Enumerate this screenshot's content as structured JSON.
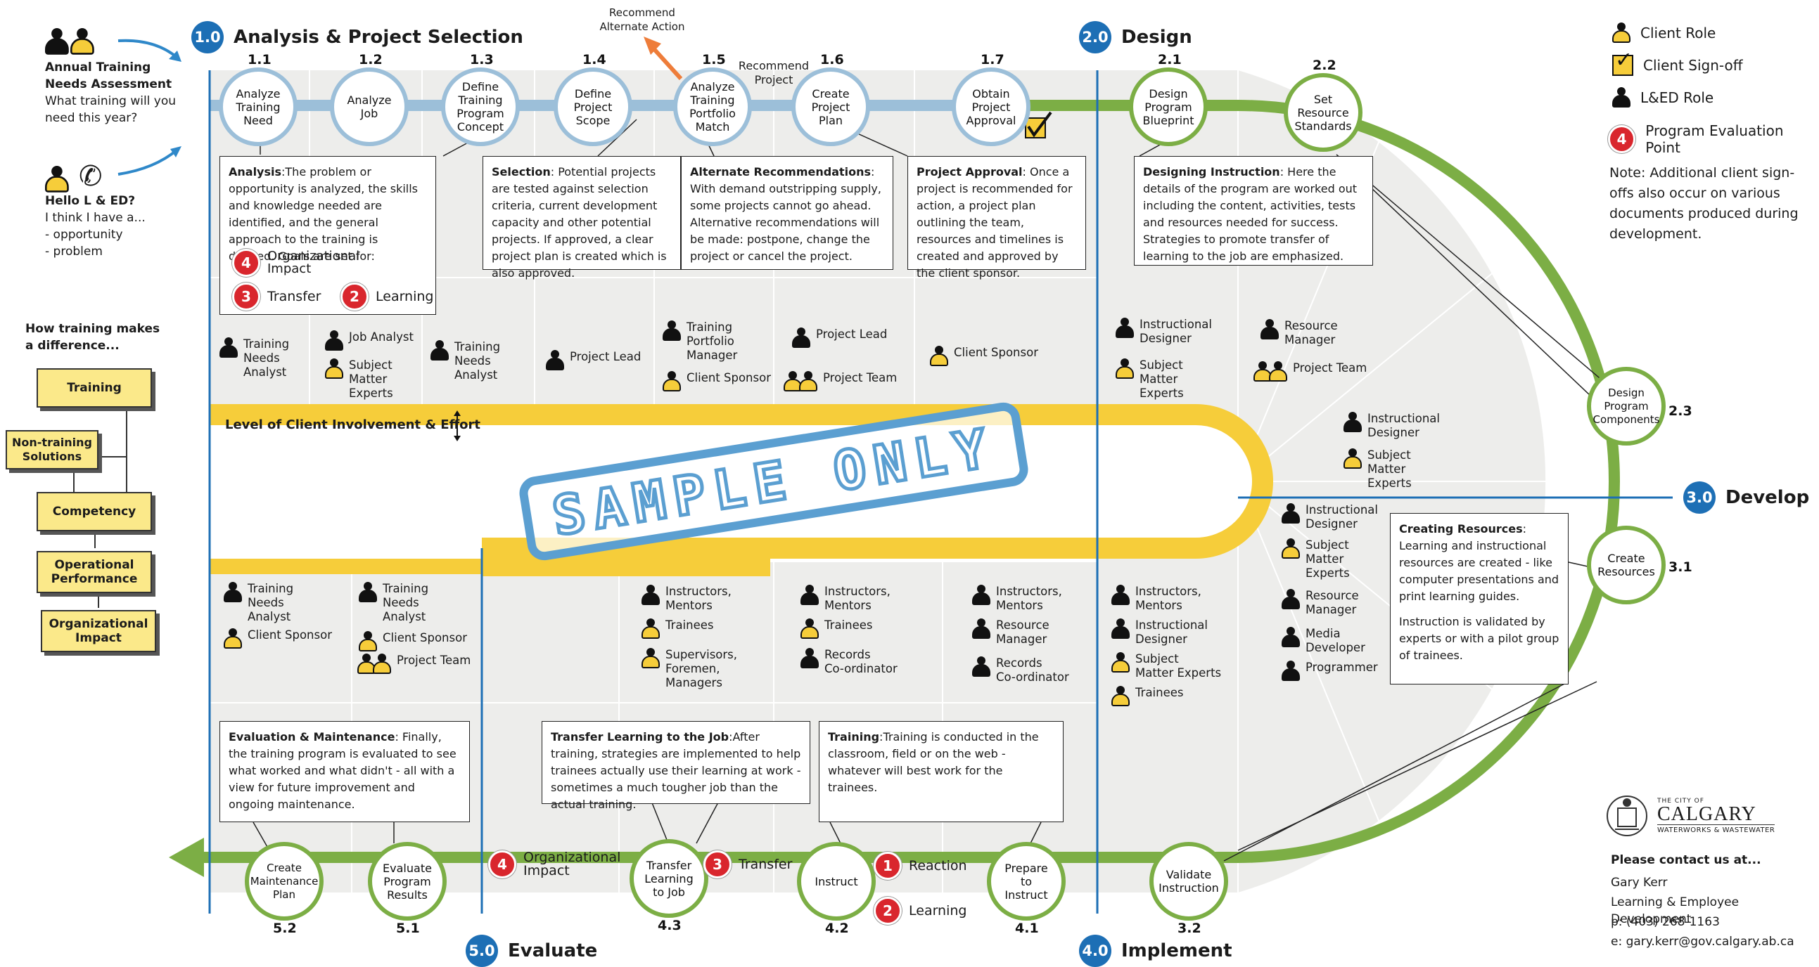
{
  "phases": {
    "p1": {
      "num": "1.0",
      "title": "Analysis & Project Selection"
    },
    "p2": {
      "num": "2.0",
      "title": "Design"
    },
    "p3": {
      "num": "3.0",
      "title": "Develop"
    },
    "p4": {
      "num": "4.0",
      "title": "Implement"
    },
    "p5": {
      "num": "5.0",
      "title": "Evaluate"
    }
  },
  "steps": {
    "s11": {
      "num": "1.1",
      "label": "Analyze\nTraining\nNeed"
    },
    "s12": {
      "num": "1.2",
      "label": "Analyze\nJob"
    },
    "s13": {
      "num": "1.3",
      "label": "Define\nTraining\nProgram\nConcept"
    },
    "s14": {
      "num": "1.4",
      "label": "Define\nProject\nScope"
    },
    "s15": {
      "num": "1.5",
      "label": "Analyze\nTraining\nPortfolio\nMatch"
    },
    "s16": {
      "num": "1.6",
      "label": "Create\nProject\nPlan"
    },
    "s17": {
      "num": "1.7",
      "label": "Obtain\nProject\nApproval"
    },
    "s21": {
      "num": "2.1",
      "label": "Design\nProgram\nBlueprint"
    },
    "s22": {
      "num": "2.2",
      "label": "Set\nResource\nStandards"
    },
    "s23": {
      "num": "2.3",
      "label": "Design\nProgram\nComponents"
    },
    "s31": {
      "num": "3.1",
      "label": "Create\nResources"
    },
    "s32": {
      "num": "3.2",
      "label": "Validate\nInstruction"
    },
    "s41": {
      "num": "4.1",
      "label": "Prepare\nto\nInstruct"
    },
    "s42": {
      "num": "4.2",
      "label": "Instruct"
    },
    "s43": {
      "num": "4.3",
      "label": "Transfer\nLearning\nto Job"
    },
    "s51": {
      "num": "5.1",
      "label": "Evaluate\nProgram\nResults"
    },
    "s52": {
      "num": "5.2",
      "label": "Create\nMaintenance\nPlan"
    }
  },
  "recommend_alt": "Recommend\nAlternate Action",
  "recommend_project": "Recommend\nProject",
  "left": {
    "annual_title": "Annual Training\nNeeds Assessment",
    "annual_q": "What training will you\nneed this year?",
    "hello_title": "Hello L & ED?",
    "hello_body": "I think I have a...\n- opportunity\n- problem",
    "how_title": "How training makes\na difference...",
    "flow": {
      "training": "Training",
      "nontraining": "Non-training\nSolutions",
      "competency": "Competency",
      "operational": "Operational\nPerformance",
      "organizational": "Organizational\nImpact"
    }
  },
  "involvement": "Level of Client Involvement & Effort",
  "sample": "SAMPLE ONLY",
  "boxes": {
    "analysis": {
      "title": "Analysis",
      "body": ":The problem or opportunity is analyzed, the skills and knowledge needed are identified, and the general approach to the training is defined. Goals are set for:",
      "g4": "Organizational\nImpact",
      "g3": "Transfer",
      "g2": "Learning"
    },
    "selection": {
      "title": "Selection",
      "body": ": Potential projects are tested against selection criteria, current development capacity and other potential projects. If approved, a clear project plan is created which is also approved."
    },
    "alternate": {
      "title": "Alternate Recommendations",
      "body": ": With demand outstripping supply, some projects cannot go ahead. Alternative recommendations will be made: postpone, change the project or cancel the project."
    },
    "approval": {
      "title": "Project Approval",
      "body": ": Once a project is recommended for action, a project plan outlining the team, resources and timelines is created and approved by the client sponsor."
    },
    "designing": {
      "title": "Designing Instruction",
      "body": ": Here the details of the program are worked out including the content, activities, tests and resources needed for success. Strategies to promote transfer of learning to the job are emphasized."
    },
    "creating": {
      "title": "Creating Resources",
      "body": ": Learning and instructional resources are created - like computer presentations and print learning guides.",
      "body2": "Instruction is validated by experts or with a pilot group of trainees."
    },
    "evaluation": {
      "title": "Evaluation & Maintenance",
      "body": ": Finally, the training program is evaluated to see what worked and what didn't - all with a view for future improvement and ongoing maintenance."
    },
    "transfer": {
      "title": "Transfer Learning to the Job",
      "body": ":After training, strategies are implemented to help trainees actually use their learning at work - sometimes a much tougher job than the actual training."
    },
    "training": {
      "title": "Training",
      "body": ":Training is conducted in the classroom, field or on the web - whatever will best work for the trainees."
    }
  },
  "roles": {
    "r1a": "Training\nNeeds\nAnalyst",
    "r2a": "Job Analyst",
    "r2b": "Subject\nMatter\nExperts",
    "r3a": "Training\nNeeds\nAnalyst",
    "r4a": "Project Lead",
    "r5a": "Training\nPortfolio\nManager",
    "r5b": "Client Sponsor",
    "r6a": "Project Lead",
    "r6b": "Project Team",
    "r7a": "Client Sponsor",
    "d1a": "Instructional\nDesigner",
    "d1b": "Subject\nMatter\nExperts",
    "d2a": "Resource\nManager",
    "d2b": "Project Team",
    "d3a": "Instructional\nDesigner",
    "d3b": "Subject\nMatter\nExperts",
    "v1a": "Instructional\nDesigner",
    "v1b": "Subject\nMatter\nExperts",
    "v1c": "Resource\nManager",
    "v1d": "Media\nDeveloper",
    "v1e": "Programmer",
    "i1a": "Instructors,\nMentors",
    "i1b": "Instructional\nDesigner",
    "i1c": "Subject\nMatter Experts",
    "i1d": "Trainees",
    "i2a": "Instructors,\nMentors",
    "i2b": "Resource\nManager",
    "i2c": "Records\nCo-ordinator",
    "i3a": "Instructors,\nMentors",
    "i3b": "Trainees",
    "i3c": "Records\nCo-ordinator",
    "i4a": "Instructors,\nMentors",
    "i4b": "Trainees",
    "i4c": "Supervisors,\nForemen,\nManagers",
    "e1a": "Training\nNeeds\nAnalyst",
    "e1b": "Client Sponsor",
    "e2a": "Training\nNeeds\nAnalyst",
    "e2b": "Client Sponsor",
    "e2c": "Project Team"
  },
  "eval_points": {
    "org": {
      "n": "4",
      "label": "Organizational\nImpact"
    },
    "transfer": {
      "n": "3",
      "label": "Transfer"
    },
    "reaction": {
      "n": "1",
      "label": "Reaction"
    },
    "learning": {
      "n": "2",
      "label": "Learning"
    }
  },
  "legend": {
    "client_role": "Client Role",
    "signoff": "Client Sign-off",
    "led_role": "L&ED Role",
    "eval_point": "Program Evaluation Point",
    "eval_num": "4",
    "note": "Note: Additional client sign-offs also occur on various documents produced during development."
  },
  "logo": {
    "small": "THE CITY OF",
    "name": "CALGARY",
    "sub": "WATERWORKS & WASTEWATER"
  },
  "contact": {
    "heading": "Please contact us at...",
    "name": "Gary Kerr",
    "dept": "Learning & Employee Development",
    "phone": "p: (403) 268-1163",
    "email": "e: gary.kerr@gov.calgary.ab.ca"
  },
  "colors": {
    "blue": "#1d6fb5",
    "green": "#7cae45",
    "yellow": "#f6cd3a",
    "red": "#d9262d",
    "track_blue": "#9cbfd9"
  }
}
